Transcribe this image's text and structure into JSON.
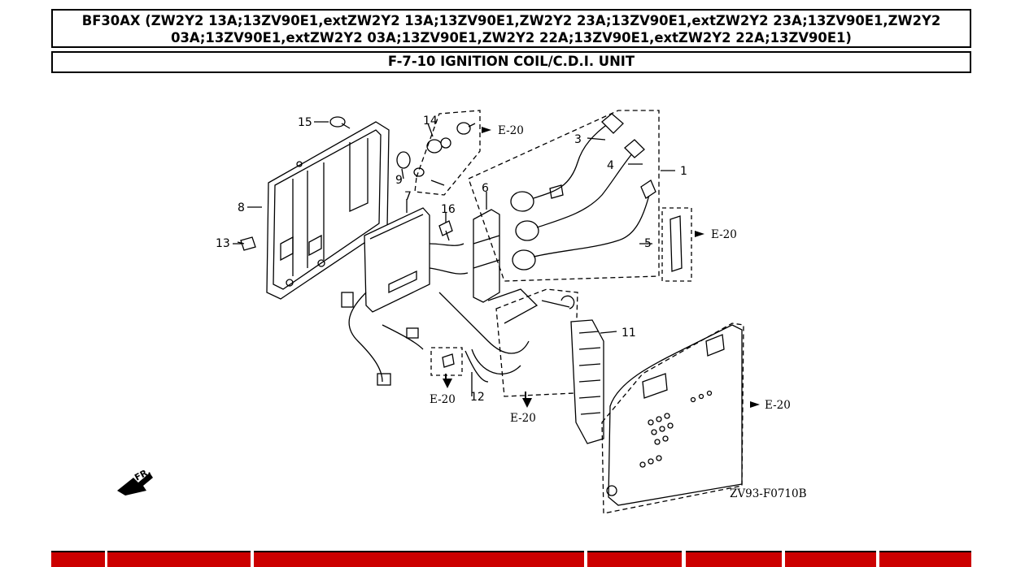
{
  "header": {
    "model_line": "BF30AX (ZW2Y2 13A;13ZV90E1,extZW2Y2 13A;13ZV90E1,ZW2Y2 23A;13ZV90E1,extZW2Y2 23A;13ZV90E1,ZW2Y2 03A;13ZV90E1,extZW2Y2 03A;13ZV90E1,ZW2Y2 22A;13ZV90E1,extZW2Y2 22A;13ZV90E1)",
    "section_title": "F-7-10 IGNITION COIL/C.D.I. UNIT"
  },
  "diagram": {
    "callouts": {
      "c1": "1",
      "c3": "3",
      "c4": "4",
      "c5": "5",
      "c6": "6",
      "c7": "7",
      "c8": "8",
      "c9": "9",
      "c11": "11",
      "c12": "12",
      "c13": "13",
      "c14": "14",
      "c15": "15",
      "c16": "16"
    },
    "refs": {
      "r1": "E-20",
      "r2": "E-20",
      "r3": "E-20",
      "r4": "E-20",
      "r5": "E-20"
    },
    "front_label": "FR.",
    "figure_code": "ZV93-F0710B"
  }
}
